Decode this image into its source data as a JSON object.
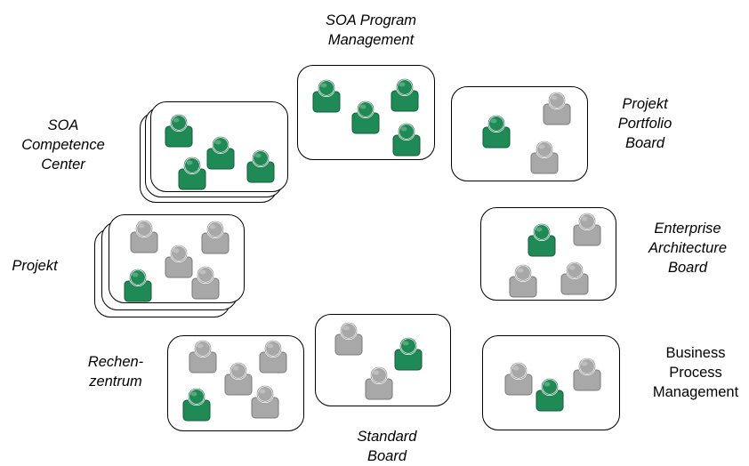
{
  "colors": {
    "active": "#1f8a55",
    "active_dark": "#145c38",
    "inactive": "#a8a8a8",
    "inactive_dark": "#7a7a7a"
  },
  "groups": {
    "soa_program": {
      "label_lines": [
        "SOA Program",
        "Management"
      ],
      "members": [
        "active",
        "active",
        "active",
        "active"
      ]
    },
    "projekt_portfolio": {
      "label_lines": [
        "Projekt",
        "Portfolio",
        "Board"
      ],
      "members": [
        "active",
        "inactive",
        "inactive"
      ]
    },
    "soa_competence": {
      "label_lines": [
        "SOA",
        "Competence",
        "Center"
      ],
      "members": [
        "active",
        "active",
        "active",
        "active"
      ]
    },
    "projekt": {
      "label_lines": [
        "Projekt"
      ],
      "members": [
        "inactive",
        "inactive",
        "inactive",
        "inactive",
        "active"
      ]
    },
    "enterprise_arch": {
      "label_lines": [
        "Enterprise",
        "Architecture",
        "Board"
      ],
      "members": [
        "active",
        "inactive",
        "inactive",
        "inactive"
      ]
    },
    "rechenzentrum": {
      "label_lines": [
        "Rechen-",
        "zentrum"
      ],
      "members": [
        "inactive",
        "inactive",
        "inactive",
        "inactive",
        "active",
        "inactive"
      ]
    },
    "standard": {
      "label_lines": [
        "Standard",
        "Board"
      ],
      "members": [
        "inactive",
        "active",
        "inactive"
      ]
    },
    "bpm": {
      "label_lines": [
        "Business",
        "Process",
        "Management"
      ],
      "members": [
        "inactive",
        "active",
        "inactive"
      ]
    }
  }
}
